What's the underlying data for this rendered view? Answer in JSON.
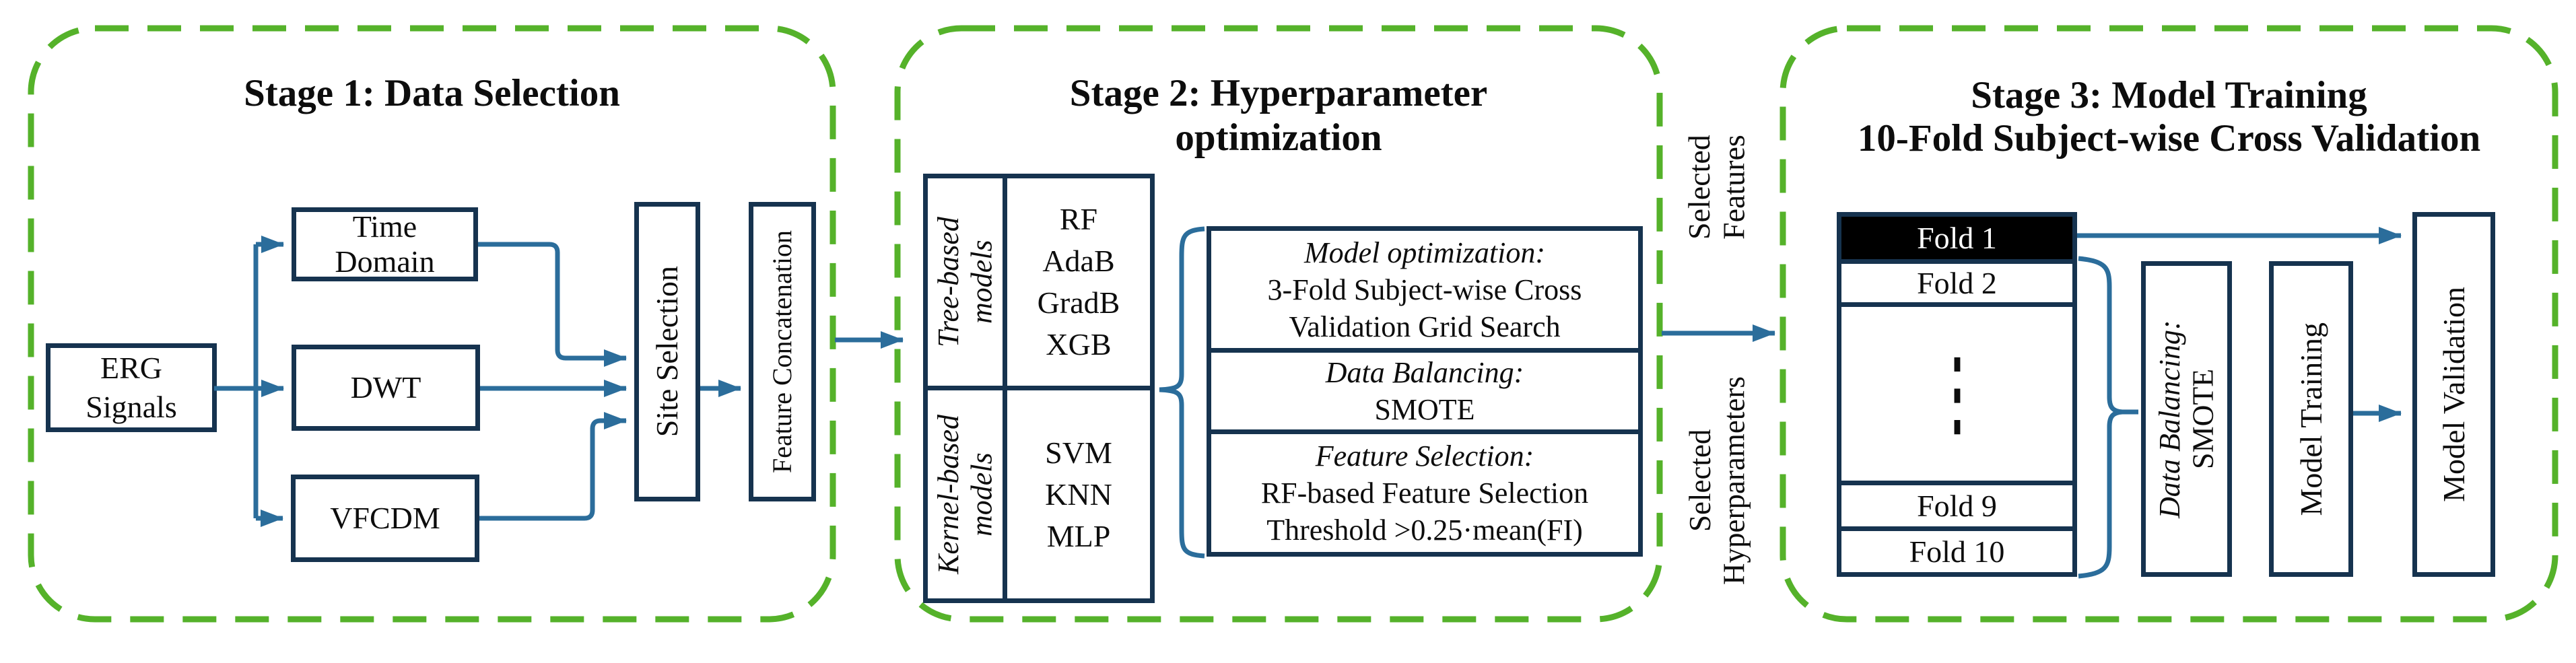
{
  "theme": {
    "background": "#ffffff",
    "panel_dash_green": "#55b22a",
    "box_border_navy": "#16334f",
    "arrow_blue": "#2b6d9b",
    "fold1_fill": "#000000",
    "fold1_text": "#ffffff",
    "text_color": "#0d0d0d"
  },
  "stage1": {
    "title": "Stage 1: Data Selection",
    "erg_line1": "ERG",
    "erg_line2": "Signals",
    "time_domain_line1": "Time",
    "time_domain_line2": "Domain",
    "dwt": "DWT",
    "vfcdm": "VFCDM",
    "site_selection": "Site Selection",
    "feature_concatenation": "Feature Concatenation"
  },
  "stage2": {
    "title_line1": "Stage 2: Hyperparameter",
    "title_line2": "optimization",
    "model_groups": [
      {
        "label": "Tree-based models",
        "models": [
          "RF",
          "AdaB",
          "GradB",
          "XGB"
        ]
      },
      {
        "label": "Kernel-based models",
        "models": [
          "SVM",
          "KNN",
          "MLP"
        ]
      }
    ],
    "process_sections": [
      {
        "header": "Model optimization:",
        "lines": [
          "3-Fold Subject-wise Cross",
          "Validation Grid Search"
        ]
      },
      {
        "header": "Data Balancing:",
        "lines": [
          "SMOTE"
        ]
      },
      {
        "header": "Feature Selection:",
        "lines": [
          "RF-based Feature Selection",
          "Threshold >0.25·mean(FI)"
        ]
      }
    ]
  },
  "between_stages": {
    "selected_features": "Selected Features",
    "selected_hyperparameters": "Selected Hyperparameters"
  },
  "stage3": {
    "title_line1": "Stage 3: Model Training",
    "title_line2": "10-Fold Subject-wise Cross Validation",
    "folds": [
      "Fold 1",
      "Fold 2",
      "⋮",
      "Fold 9",
      "Fold 10"
    ],
    "data_balancing_header": "Data Balancing:",
    "data_balancing_value": "SMOTE",
    "model_training": "Model Training",
    "model_validation": "Model Validation"
  }
}
